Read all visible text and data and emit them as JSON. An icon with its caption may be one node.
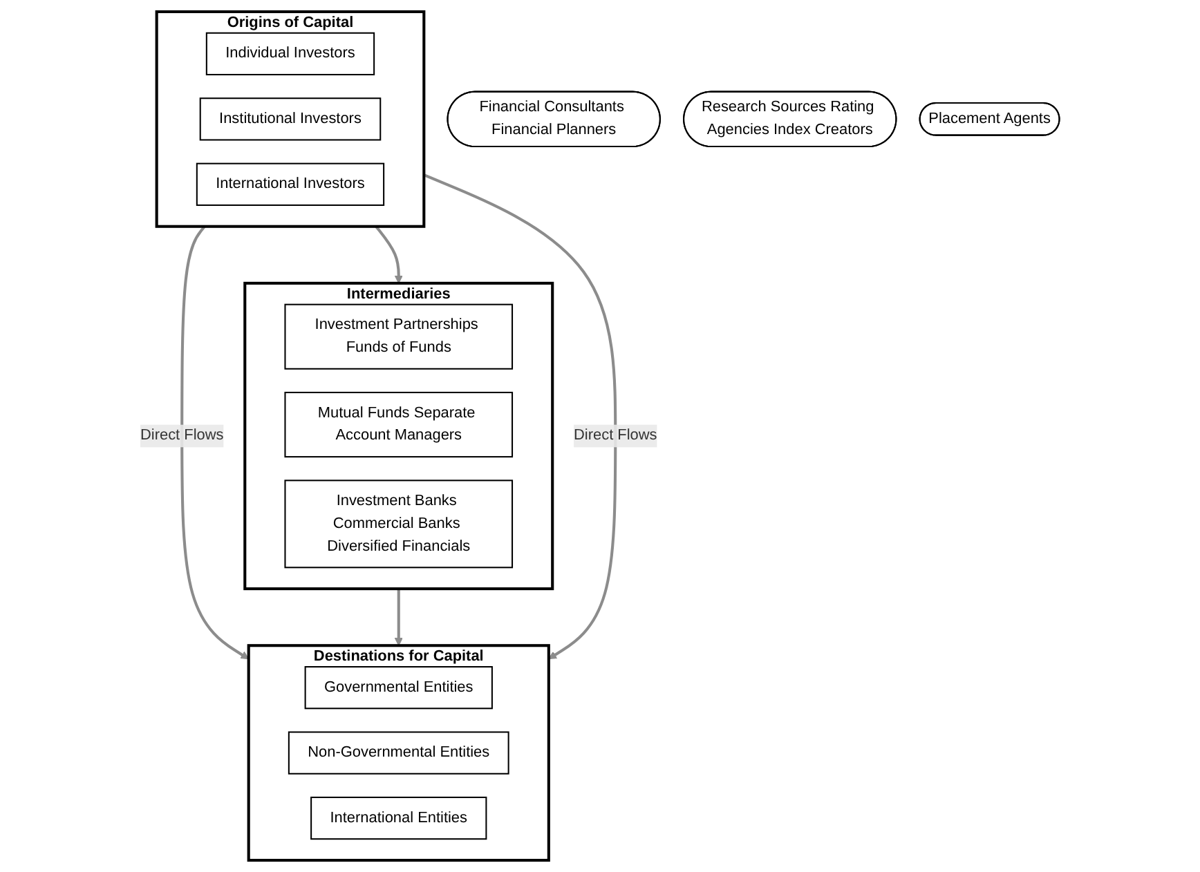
{
  "diagram": {
    "nodes": [
      {
        "text": [
          "Origins of Capital"
        ]
      },
      {
        "text": [
          "Individual Investors"
        ],
        "in": 0
      },
      {
        "text": [
          "Institutional Investors"
        ],
        "in": 0
      },
      {
        "text": [
          "International Investors"
        ],
        "in": 0
      },
      {
        "text": [
          "Intermediaries"
        ]
      },
      {
        "text": [
          "Investment Partnerships Funds of Funds"
        ],
        "in": 4
      },
      {
        "text": [
          "Mutual Funds Separate Account Managers"
        ],
        "in": 4
      },
      {
        "text": [
          "Investment Banks Commercial Banks Diversified Financials"
        ],
        "in": 4
      },
      {
        "text": [
          "Destinations for Capital"
        ]
      },
      {
        "text": [
          "Governmental Entities"
        ],
        "in": 8
      },
      {
        "text": [
          "Non-Governmental Entities"
        ],
        "in": 8
      },
      {
        "text": [
          "International Entities"
        ],
        "in": 8
      },
      {
        "text": [
          "Financial Consultants Financial Planners"
        ]
      },
      {
        "text": [
          "Research Sources Rating Agencies Index Creators"
        ]
      },
      {
        "text": [
          "Placement Agents"
        ]
      }
    ],
    "edges": [
      {
        "from": 0,
        "to": 8,
        "arrow": "to",
        "label": "Direct Flows"
      },
      {
        "from": 0,
        "to": 4,
        "arrow": "to"
      },
      {
        "from": 4,
        "to": 8,
        "arrow": "to"
      },
      {
        "from": 0,
        "to": 8,
        "arrow": "to",
        "label": "Direct Flows"
      }
    ]
  }
}
